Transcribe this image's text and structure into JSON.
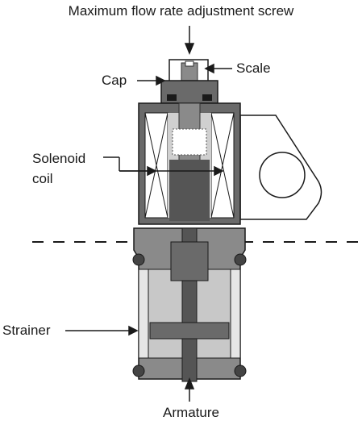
{
  "labels": {
    "top_screw": "Maximum flow rate adjustment screw",
    "scale": "Scale",
    "cap": "Cap",
    "coil_line1": "Solenoid",
    "coil_line2": "coil",
    "strainer": "Strainer",
    "armature": "Armature"
  },
  "colors": {
    "body_dark": "#555555",
    "body_mid": "#8a8a8a",
    "body_light": "#c8c8c8",
    "body_fill_light": "#e6e6e6",
    "line": "#1a1a1a"
  }
}
